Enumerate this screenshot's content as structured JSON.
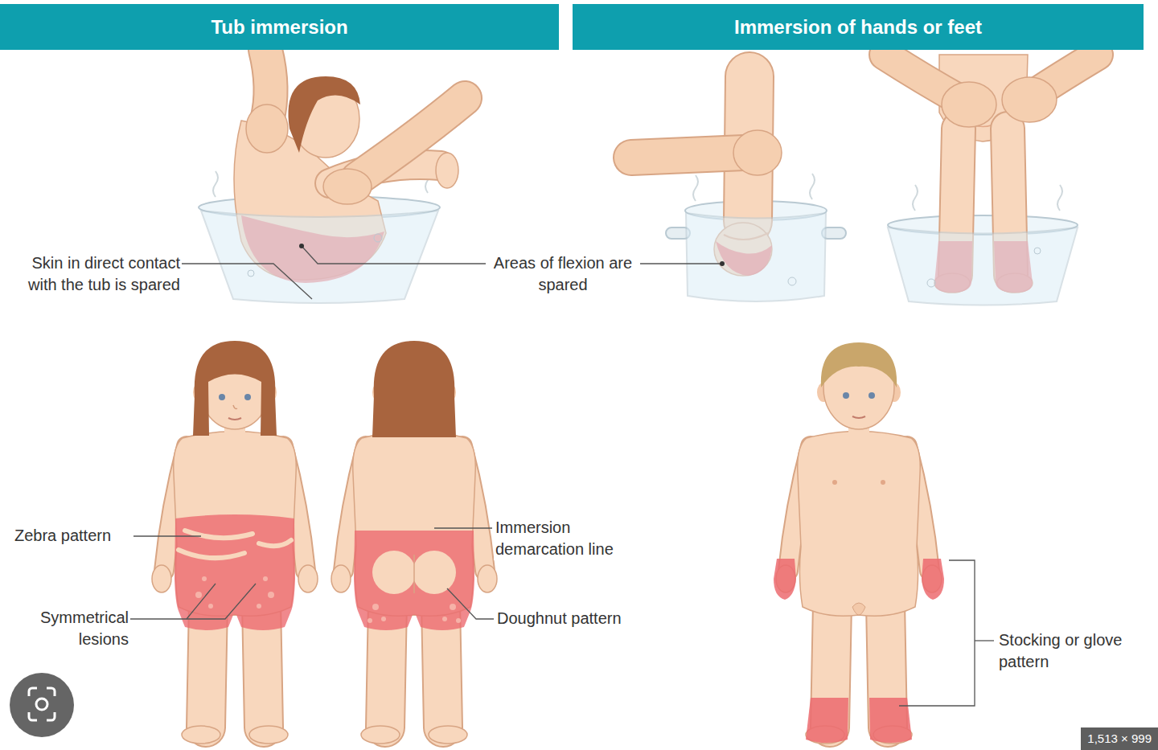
{
  "diagram": {
    "nodes": [
      {
        "text": [
          "Tub immersion"
        ]
      },
      {
        "text": [
          "Immersion of hands or feet"
        ]
      }
    ],
    "labels": [
      "Skin in direct contact with the tub is spared",
      "Areas of flexion are spared",
      "Zebra pattern",
      "Symmetrical lesions",
      "Immersion demarcation line",
      "Doughnut pattern",
      "Stocking or glove pattern",
      "1,513 × 999"
    ]
  }
}
